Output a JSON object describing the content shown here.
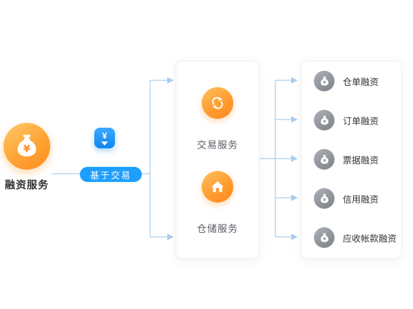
{
  "diagram": {
    "currency_symbol": "¥",
    "source": {
      "label": "融资服务"
    },
    "transfer": {
      "pill_label": "基于交易"
    },
    "services": {
      "items": [
        {
          "label": "交易服务",
          "icon": "sync-icon"
        },
        {
          "label": "仓储服务",
          "icon": "house-icon"
        }
      ]
    },
    "financing": {
      "items": [
        {
          "label": "仓单融资"
        },
        {
          "label": "订单融资"
        },
        {
          "label": "票据融资"
        },
        {
          "label": "信用融资"
        },
        {
          "label": "应收帐款融资"
        }
      ]
    },
    "colors": {
      "orange": "#FF8A1F",
      "blue": "#1E9FFF",
      "line": "#A9CDEE",
      "gray_icon": "#8A8F95"
    }
  }
}
